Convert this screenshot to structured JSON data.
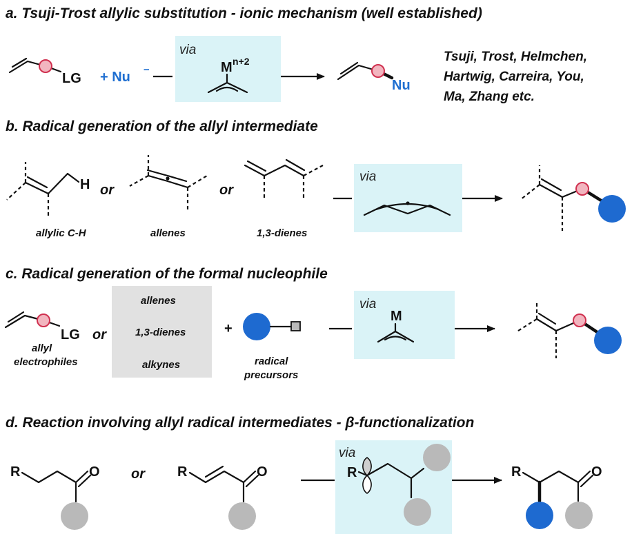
{
  "sections": {
    "a": {
      "heading": "a. Tsuji-Trost allylic substitution - ionic mechanism (well established)",
      "leaving_group": "LG",
      "nucleophile": "+ Nu",
      "nucleophile_charge": "−",
      "via": "via",
      "metal": "M",
      "metal_oxidation": "n+2",
      "product_group": "Nu",
      "authors_line1": "Tsuji, Trost, Helmchen,",
      "authors_line2": "Hartwig, Carreira, You,",
      "authors_line3": "Ma, Zhang etc."
    },
    "b": {
      "heading": "b. Radical generation of the allyl intermediate",
      "hydrogen": "H",
      "or1": "or",
      "or2": "or",
      "label_allylic": "allylic C-H",
      "label_allenes": "allenes",
      "label_dienes": "1,3-dienes",
      "via": "via"
    },
    "c": {
      "heading": "c. Radical generation of the formal nucleophile",
      "leaving_group": "LG",
      "or": "or",
      "box_item1": "allenes",
      "box_item2": "1,3-dienes",
      "box_item3": "alkynes",
      "plus": "+",
      "label_electrophiles_1": "allyl",
      "label_electrophiles_2": "electrophiles",
      "label_precursors_1": "radical",
      "label_precursors_2": "precursors",
      "via": "via",
      "metal": "M"
    },
    "d": {
      "heading": "d. Reaction involving allyl radical intermediates - β-functionalization",
      "r_group": "R",
      "oxygen": "O",
      "or": "or",
      "via": "via"
    }
  },
  "colors": {
    "via_box": "#daf3f7",
    "grey_box": "#e1e1e1",
    "blue": "#1e6ad0",
    "grey_dot": "#b9b9b9",
    "pink_fill": "#f2b5bf",
    "pink_stroke": "#d0304f"
  }
}
